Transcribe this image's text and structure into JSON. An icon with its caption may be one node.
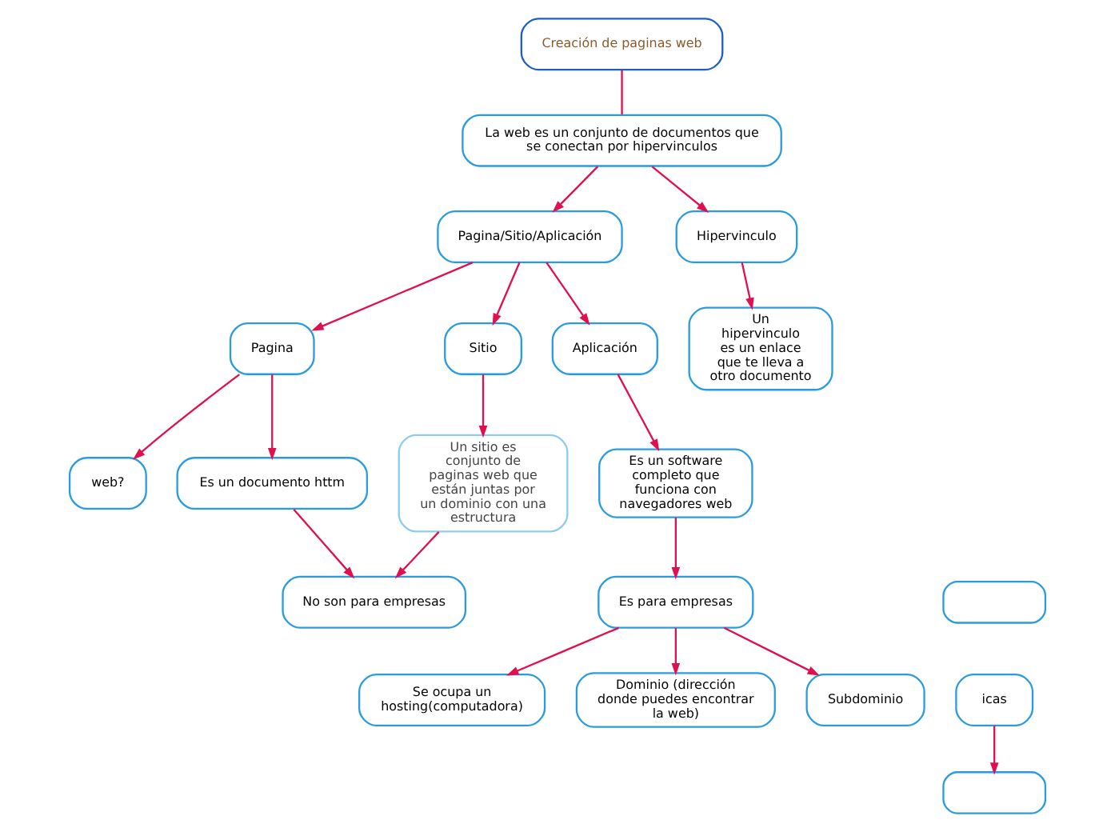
{
  "diagram": {
    "nodes": [
      {
        "text": [
          "Creación de paginas web"
        ]
      },
      {
        "text": [
          "La web es un conjunto de documentos que se conectan por hipervinculos"
        ]
      },
      {
        "text": [
          "Pagina/Sitio/Aplicación"
        ]
      },
      {
        "text": [
          "Hipervinculo"
        ]
      },
      {
        "text": [
          "Pagina"
        ]
      },
      {
        "text": [
          "Sitio"
        ]
      },
      {
        "text": [
          "Aplicación"
        ]
      },
      {
        "text": [
          "Un hipervinculo es un enlace que te lleva a otro documento"
        ]
      },
      {
        "text": [
          "web?"
        ]
      },
      {
        "text": [
          "Es un documento httm"
        ]
      },
      {
        "text": [
          "Un sitio es conjunto de paginas web que están juntas por un dominio con una estructura"
        ]
      },
      {
        "text": [
          "Es un software completo que funciona con navegadores web"
        ]
      },
      {
        "text": [],
        "shape": "box"
      },
      {
        "text": [
          "No son para empresas"
        ]
      },
      {
        "text": [
          "Es para empresas"
        ]
      },
      {
        "text": [
          "icas"
        ]
      },
      {
        "text": [
          "Se ocupa un hosting(computadora)"
        ]
      },
      {
        "text": [
          "Dominio (dirección donde puedes encontrar la web)"
        ]
      },
      {
        "text": [
          "Subdominio"
        ]
      },
      {
        "text": [],
        "shape": "box"
      }
    ],
    "edges": [
      {
        "from": 0,
        "to": 1,
        "arrow": "none"
      },
      {
        "from": 1,
        "to": 2,
        "arrow": "to"
      },
      {
        "from": 1,
        "to": 3,
        "arrow": "to"
      },
      {
        "from": 2,
        "to": 4,
        "arrow": "to"
      },
      {
        "from": 2,
        "to": 5,
        "arrow": "to"
      },
      {
        "from": 2,
        "to": 6,
        "arrow": "to"
      },
      {
        "from": 3,
        "to": 7,
        "arrow": "to"
      },
      {
        "from": 4,
        "to": 8,
        "arrow": "to"
      },
      {
        "from": 4,
        "to": 9,
        "arrow": "to"
      },
      {
        "from": 5,
        "to": 10,
        "arrow": "to"
      },
      {
        "from": 6,
        "to": 11,
        "arrow": "to"
      },
      {
        "from": 9,
        "to": 13,
        "arrow": "to"
      },
      {
        "from": 10,
        "to": 13,
        "arrow": "to"
      },
      {
        "from": 11,
        "to": 14,
        "arrow": "to"
      },
      {
        "from": 14,
        "to": 16,
        "arrow": "to"
      },
      {
        "from": 14,
        "to": 17,
        "arrow": "to"
      },
      {
        "from": 14,
        "to": 18,
        "arrow": "to"
      },
      {
        "from": 15,
        "to": 19,
        "arrow": "to"
      }
    ]
  }
}
